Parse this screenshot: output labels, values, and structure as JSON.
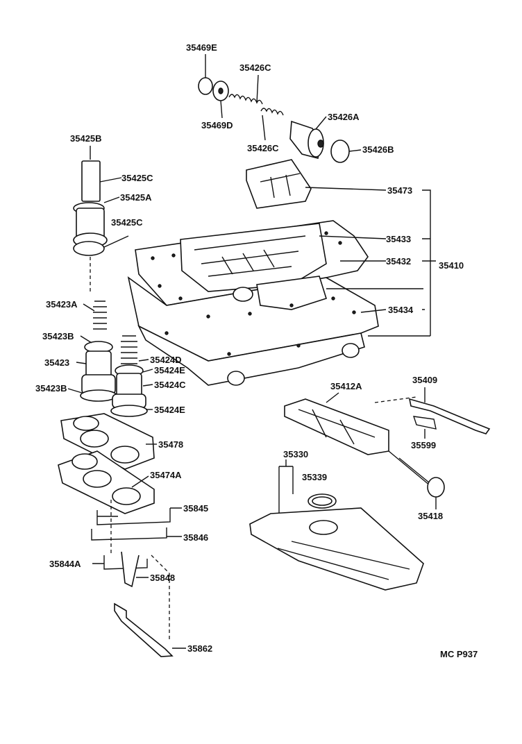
{
  "diagram": {
    "labels": {
      "p35469E": "35469E",
      "p35426C_top": "35426C",
      "p35469D": "35469D",
      "p35426C_bot": "35426C",
      "p35426A": "35426A",
      "p35426B": "35426B",
      "p35425B": "35425B",
      "p35425C_top": "35425C",
      "p35425A": "35425A",
      "p35425C_bot": "35425C",
      "p35473": "35473",
      "p35433": "35433",
      "p35432": "35432",
      "p35410": "35410",
      "p35434": "35434",
      "p35423A": "35423A",
      "p35423B_top": "35423B",
      "p35423": "35423",
      "p35423B_bot": "35423B",
      "p35424D": "35424D",
      "p35424E_top": "35424E",
      "p35424C": "35424C",
      "p35424E_bot": "35424E",
      "p35478": "35478",
      "p35474A": "35474A",
      "p35845": "35845",
      "p35846": "35846",
      "p35844A": "35844A",
      "p35848": "35848",
      "p35862": "35862",
      "p35412A": "35412A",
      "p35409": "35409",
      "p35599": "35599",
      "p35330": "35330",
      "p35339": "35339",
      "p35418": "35418",
      "code": "MC P937"
    }
  }
}
